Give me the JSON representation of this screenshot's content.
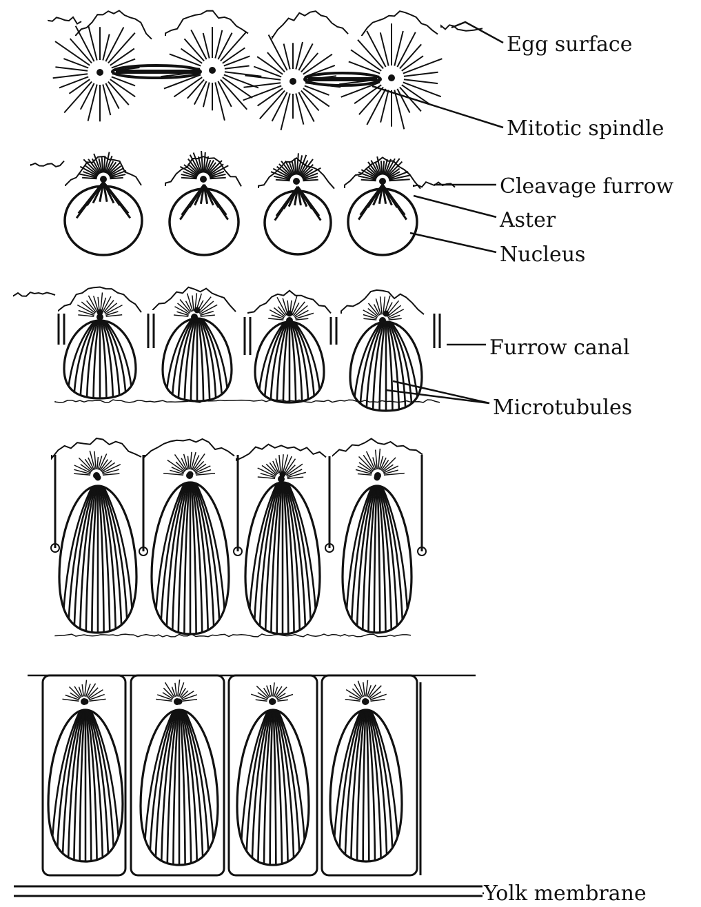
{
  "labels": {
    "egg_surface": "Egg surface",
    "mitotic_spindle": "Mitotic spindle",
    "cleavage_furrow": "Cleavage furrow",
    "aster": "Aster",
    "nucleus": "Nucleus",
    "furrow_canal": "Furrow canal",
    "microtubules": "Microtubules",
    "yolk_membrane": "Yolk membrane"
  },
  "colors": {
    "ink": "#111111",
    "background": "#ffffff"
  },
  "stages": [
    "spindle",
    "round-nucleus",
    "short-elongated",
    "tall-elongated",
    "cellularized"
  ],
  "cells_per_stage": 4
}
